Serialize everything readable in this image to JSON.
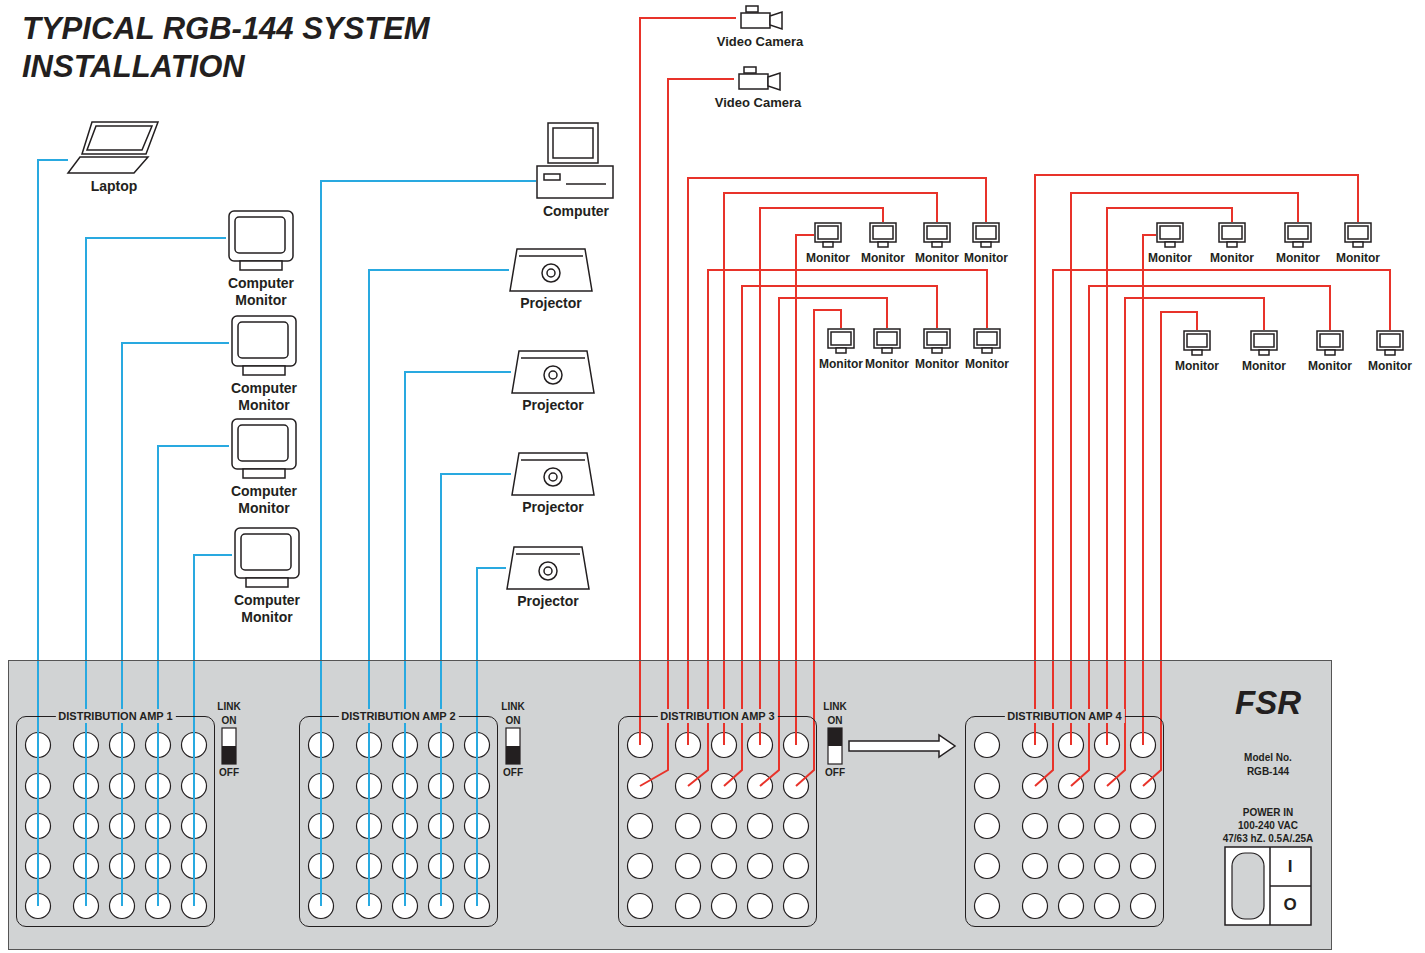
{
  "diagram": {
    "title": "TYPICAL RGB-144 SYSTEM INSTALLATION",
    "nodes": [
      {
        "text": [
          "Laptop"
        ]
      },
      {
        "text": [
          "Computer Monitor"
        ]
      },
      {
        "text": [
          "Computer Monitor"
        ]
      },
      {
        "text": [
          "Computer Monitor"
        ]
      },
      {
        "text": [
          "Computer Monitor"
        ]
      },
      {
        "text": [
          "Computer"
        ]
      },
      {
        "text": [
          "Projector"
        ]
      },
      {
        "text": [
          "Projector"
        ]
      },
      {
        "text": [
          "Projector"
        ]
      },
      {
        "text": [
          "Projector"
        ]
      },
      {
        "text": [
          "Video Camera"
        ]
      },
      {
        "text": [
          "Video Camera"
        ]
      },
      {
        "text": [
          "Monitor"
        ]
      },
      {
        "text": [
          "Monitor"
        ]
      },
      {
        "text": [
          "Monitor"
        ]
      },
      {
        "text": [
          "Monitor"
        ]
      },
      {
        "text": [
          "Monitor"
        ]
      },
      {
        "text": [
          "Monitor"
        ]
      },
      {
        "text": [
          "Monitor"
        ]
      },
      {
        "text": [
          "Monitor"
        ]
      },
      {
        "text": [
          "Monitor"
        ]
      },
      {
        "text": [
          "Monitor"
        ]
      },
      {
        "text": [
          "Monitor"
        ]
      },
      {
        "text": [
          "Monitor"
        ]
      },
      {
        "text": [
          "Monitor"
        ]
      },
      {
        "text": [
          "Monitor"
        ]
      },
      {
        "text": [
          "Monitor"
        ]
      },
      {
        "text": [
          "Monitor"
        ]
      },
      {
        "text": [
          "FSR",
          "Model No. RGB-144",
          "POWER IN",
          "100-240 VAC",
          "47/63 hZ. 0.5A/.25A"
        ]
      },
      {
        "text": [
          "DISTRIBUTION AMP 1"
        ],
        "in": 28
      },
      {
        "text": [
          "DISTRIBUTION AMP 2"
        ],
        "in": 28
      },
      {
        "text": [
          "DISTRIBUTION AMP 3"
        ],
        "in": 28
      },
      {
        "text": [
          "DISTRIBUTION AMP 4"
        ],
        "in": 28
      }
    ],
    "edges": [
      {
        "from": 0,
        "to": 29,
        "arrow": "none"
      },
      {
        "from": 29,
        "to": 1,
        "arrow": "none"
      },
      {
        "from": 29,
        "to": 2,
        "arrow": "none"
      },
      {
        "from": 29,
        "to": 3,
        "arrow": "none"
      },
      {
        "from": 29,
        "to": 4,
        "arrow": "none"
      },
      {
        "from": 5,
        "to": 30,
        "arrow": "none"
      },
      {
        "from": 30,
        "to": 6,
        "arrow": "none"
      },
      {
        "from": 30,
        "to": 7,
        "arrow": "none"
      },
      {
        "from": 30,
        "to": 8,
        "arrow": "none"
      },
      {
        "from": 30,
        "to": 9,
        "arrow": "none"
      },
      {
        "from": 10,
        "to": 31,
        "arrow": "none"
      },
      {
        "from": 11,
        "to": 31,
        "arrow": "none"
      },
      {
        "from": 31,
        "to": 12,
        "arrow": "none"
      },
      {
        "from": 31,
        "to": 13,
        "arrow": "none"
      },
      {
        "from": 31,
        "to": 14,
        "arrow": "none"
      },
      {
        "from": 31,
        "to": 15,
        "arrow": "none"
      },
      {
        "from": 31,
        "to": 16,
        "arrow": "none"
      },
      {
        "from": 31,
        "to": 17,
        "arrow": "none"
      },
      {
        "from": 31,
        "to": 18,
        "arrow": "none"
      },
      {
        "from": 31,
        "to": 19,
        "arrow": "none"
      },
      {
        "from": 31,
        "to": 32,
        "arrow": "to"
      },
      {
        "from": 32,
        "to": 20,
        "arrow": "none"
      },
      {
        "from": 32,
        "to": 21,
        "arrow": "none"
      },
      {
        "from": 32,
        "to": 22,
        "arrow": "none"
      },
      {
        "from": 32,
        "to": 23,
        "arrow": "none"
      },
      {
        "from": 32,
        "to": 24,
        "arrow": "none"
      },
      {
        "from": 32,
        "to": 25,
        "arrow": "none"
      },
      {
        "from": 32,
        "to": 26,
        "arrow": "none"
      },
      {
        "from": 32,
        "to": 27,
        "arrow": "none"
      }
    ],
    "labels": [
      "LINK",
      "ON",
      "OFF",
      "LINK",
      "ON",
      "OFF",
      "LINK",
      "ON",
      "OFF",
      "I",
      "O"
    ]
  }
}
